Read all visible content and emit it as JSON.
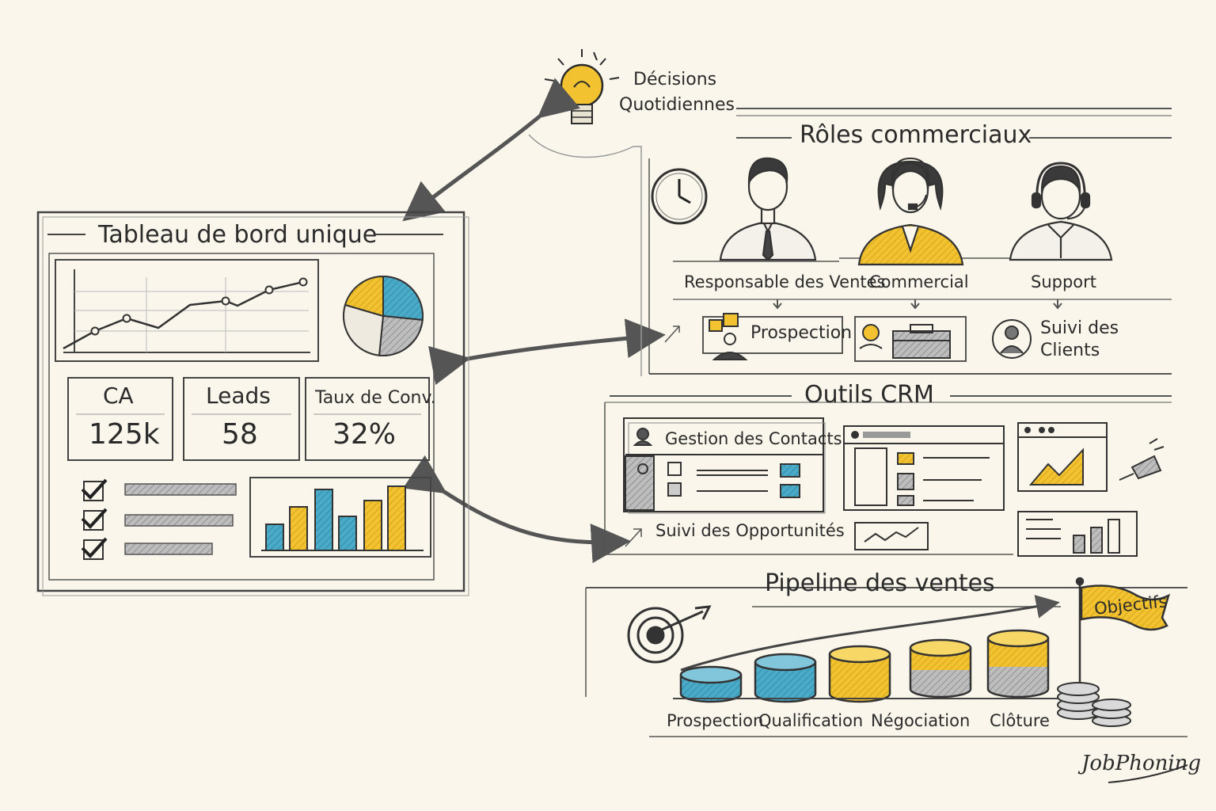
{
  "header": {
    "decisions_line1": "Décisions",
    "decisions_line2": "Quotidiennes"
  },
  "dashboard": {
    "title": "Tableau de bord unique",
    "kpis": [
      {
        "label": "CA",
        "value": "125k"
      },
      {
        "label": "Leads",
        "value": "58"
      },
      {
        "label": "Taux de Conv.",
        "value": "32%"
      }
    ]
  },
  "roles": {
    "title": "Rôles commerciaux",
    "people": [
      {
        "label": "Responsable des Ventes"
      },
      {
        "label": "Commercial"
      },
      {
        "label": "Support"
      }
    ],
    "activities": [
      {
        "label": "Prospection"
      },
      {
        "label": "Suivi des",
        "label2": "Clients"
      }
    ]
  },
  "crm": {
    "title": "Outils CRM",
    "contacts": "Gestion des Contacts",
    "opportunities": "Suivi des Opportunités"
  },
  "pipeline": {
    "title": "Pipeline des ventes",
    "stages": [
      "Prospection",
      "Qualification",
      "Négociation",
      "Clôture"
    ],
    "goal": "Objectifs"
  },
  "brand": "JobPhoning",
  "colors": {
    "yellow": "#f2c230",
    "blue": "#4aabc9",
    "ink": "#2b2b2b",
    "paper": "#faf6ec",
    "gray": "#a9a9a9"
  }
}
